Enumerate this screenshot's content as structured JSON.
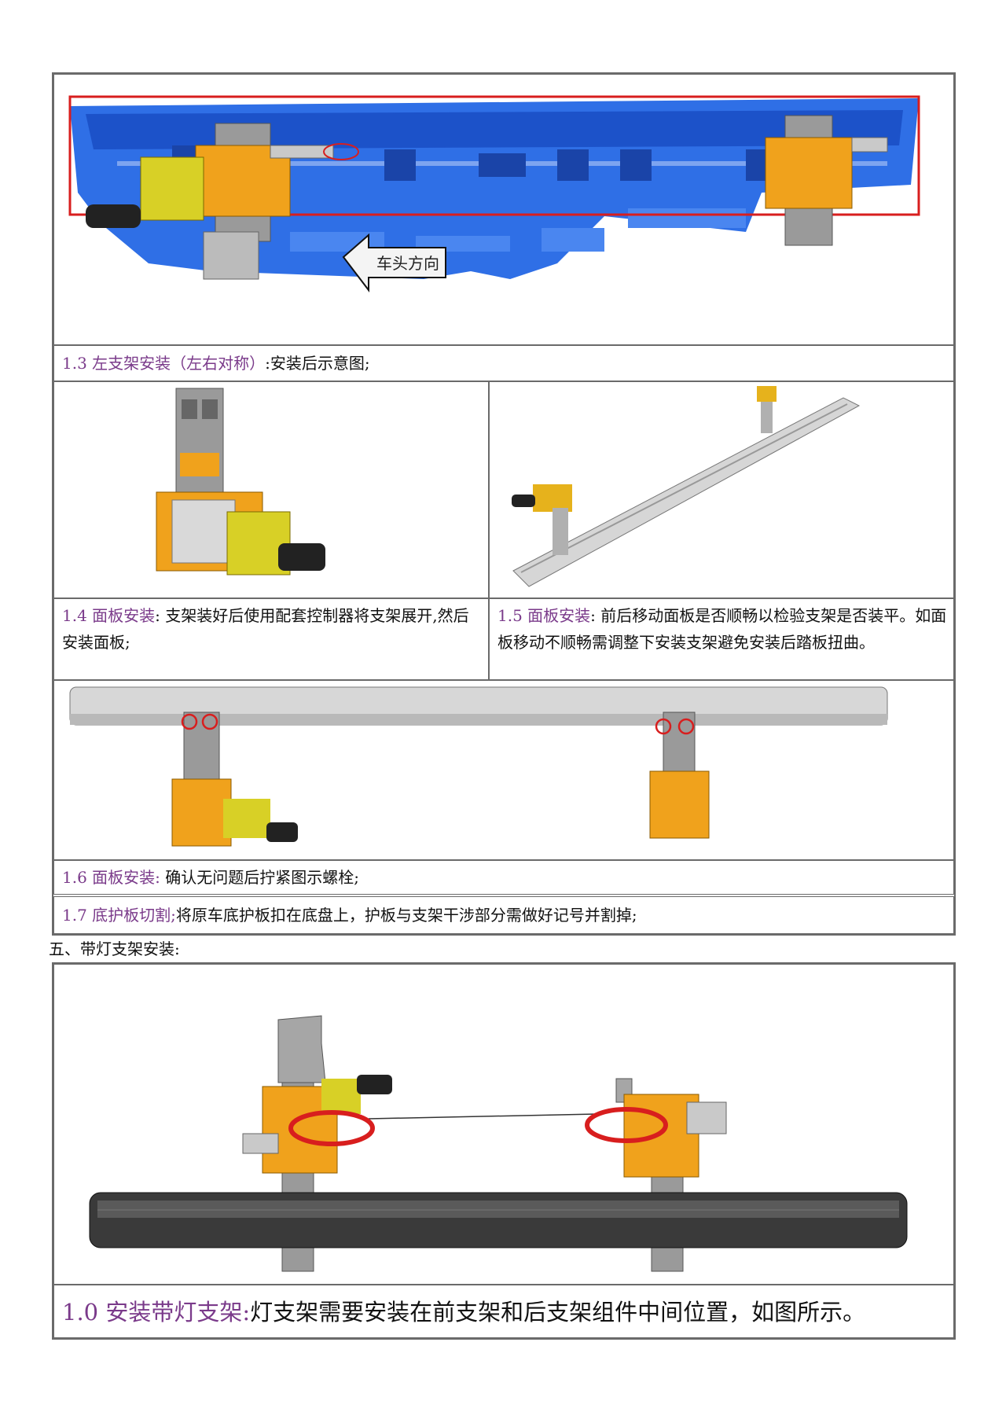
{
  "section1": {
    "image1": {
      "arrow_label": "车头方向"
    },
    "step13": {
      "label": "1.3 左支架安装（左右对称）",
      "text": ":安装后示意图;"
    },
    "step14": {
      "label": "1.4 面板安装",
      "text": ": 支架装好后使用配套控制器将支架展开,然后安装面板;"
    },
    "step15": {
      "label": "1.5 面板安装",
      "text": ": 前后移动面板是否顺畅以检验支架是否装平。如面板移动不顺畅需调整下安装支架避免安装后踏板扭曲。"
    },
    "step16": {
      "label": "1.6 面板安装:",
      "text": " 确认无问题后拧紧图示螺栓;"
    },
    "step17": {
      "label": "1.7 底护板切割;",
      "text": "将原车底护板扣在底盘上，护板与支架干涉部分需做好记号并割掉;"
    }
  },
  "section5": {
    "heading": "五、带灯支架安装:",
    "step10": {
      "label": "1.0 安装带灯支架:",
      "text": "灯支架需要安装在前支架和后支架组件中间位置，如图所示。"
    }
  },
  "colors": {
    "label": "#7a3a8a",
    "highlight": "#d81e1e",
    "bracket": "#f0a21c",
    "chassis": "#2f6fe6"
  }
}
